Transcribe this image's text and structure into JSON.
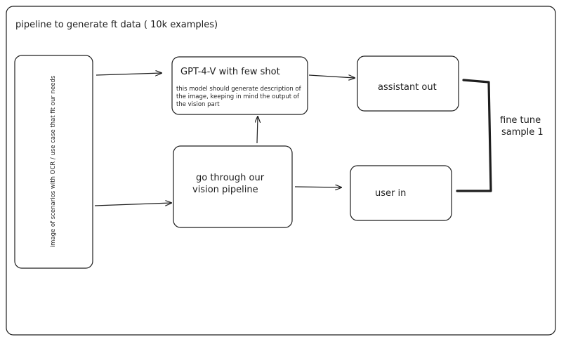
{
  "diagram": {
    "title": "pipeline to generate ft data ( 10k examples)",
    "nodes": {
      "input_images": {
        "label": "image of scenarios with OCR / use case that fit our needs"
      },
      "gpt4v": {
        "title": "GPT-4-V with few shot",
        "description": "this model should generate description of the image, keeping in mind the output of the vision part"
      },
      "vision_pipeline": {
        "line1": "go through our",
        "line2": "vision pipeline"
      },
      "assistant_out": {
        "label": "assistant out"
      },
      "user_in": {
        "label": "user in"
      },
      "fine_tune": {
        "line1": "fine tune",
        "line2": "sample 1"
      }
    },
    "edges": [
      {
        "from": "input_images",
        "to": "gpt4v"
      },
      {
        "from": "input_images",
        "to": "vision_pipeline"
      },
      {
        "from": "vision_pipeline",
        "to": "gpt4v"
      },
      {
        "from": "gpt4v",
        "to": "assistant_out"
      },
      {
        "from": "vision_pipeline",
        "to": "user_in"
      }
    ],
    "colors": {
      "stroke": "#1e1e1e",
      "background": "#ffffff"
    }
  }
}
